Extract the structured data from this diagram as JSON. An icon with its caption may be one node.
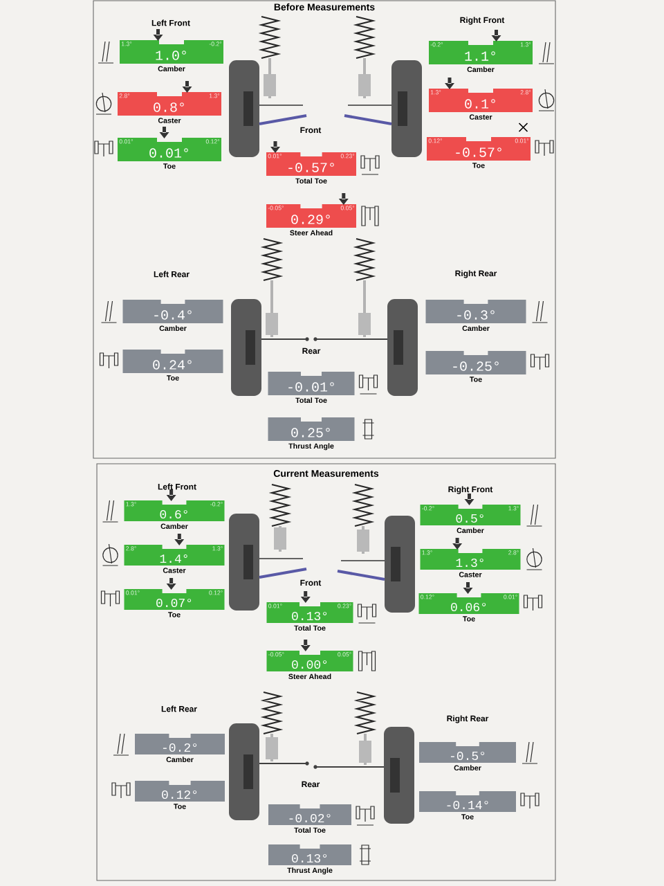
{
  "diagram": {
    "nodes": [
      {
        "text": [
          "Before Measurements"
        ]
      },
      {
        "text": [
          "1.3°",
          "1.0°",
          "-0.2°",
          "Camber"
        ],
        "in": 0
      },
      {
        "text": [
          "2.8°",
          "0.8°",
          "1.3°",
          "Caster"
        ],
        "in": 0
      },
      {
        "text": [
          "0.01°",
          "0.01°",
          "0.12°",
          "Toe"
        ],
        "in": 0
      },
      {
        "text": [
          "-0.2°",
          "1.1°",
          "1.3°",
          "Camber"
        ],
        "in": 0
      },
      {
        "text": [
          "1.3°",
          "0.1°",
          "2.8°",
          "Caster"
        ],
        "in": 0
      },
      {
        "text": [
          "0.12°",
          "-0.57°",
          "0.01°",
          "Toe"
        ],
        "in": 0
      },
      {
        "text": [
          "0.01°",
          "-0.57°",
          "0.23°",
          "Total Toe"
        ],
        "in": 0
      },
      {
        "text": [
          "-0.05°",
          "0.29°",
          "0.05°",
          "Steer Ahead"
        ],
        "in": 0
      },
      {
        "text": [
          "-0.4°",
          "Camber"
        ],
        "in": 0
      },
      {
        "text": [
          "0.24°",
          "Toe"
        ],
        "in": 0
      },
      {
        "text": [
          "-0.3°",
          "Camber"
        ],
        "in": 0
      },
      {
        "text": [
          "-0.25°",
          "Toe"
        ],
        "in": 0
      },
      {
        "text": [
          "-0.01°",
          "Total Toe"
        ],
        "in": 0
      },
      {
        "text": [
          "0.25°",
          "Thrust Angle"
        ],
        "in": 0
      },
      {
        "text": [
          "Current Measurements"
        ]
      },
      {
        "text": [
          "1.3°",
          "0.6°",
          "-0.2°",
          "Camber"
        ],
        "in": 15
      },
      {
        "text": [
          "2.8°",
          "1.4°",
          "1.3°",
          "Caster"
        ],
        "in": 15
      },
      {
        "text": [
          "0.01°",
          "0.07°",
          "0.12°",
          "Toe"
        ],
        "in": 15
      },
      {
        "text": [
          "-0.2°",
          "0.5°",
          "1.3°",
          "Camber"
        ],
        "in": 15
      },
      {
        "text": [
          "1.3°",
          "1.3°",
          "2.8°",
          "Caster"
        ],
        "in": 15
      },
      {
        "text": [
          "0.12°",
          "0.06°",
          "0.01°",
          "Toe"
        ],
        "in": 15
      },
      {
        "text": [
          "0.01°",
          "0.13°",
          "0.23°",
          "Total Toe"
        ],
        "in": 15
      },
      {
        "text": [
          "-0.05°",
          "0.00°",
          "0.05°",
          "Steer Ahead"
        ],
        "in": 15
      },
      {
        "text": [
          "-0.2°",
          "Camber"
        ],
        "in": 15
      },
      {
        "text": [
          "0.12°",
          "Toe"
        ],
        "in": 15
      },
      {
        "text": [
          "-0.5°",
          "Camber"
        ],
        "in": 15
      },
      {
        "text": [
          "-0.14°",
          "Toe"
        ],
        "in": 15
      },
      {
        "text": [
          "-0.02°",
          "Total Toe"
        ],
        "in": 15
      },
      {
        "text": [
          "0.13°",
          "Thrust Angle"
        ],
        "in": 15
      }
    ],
    "labels": [
      "Left Front",
      "Right Front",
      "Front",
      "Left Rear",
      "Right Rear",
      "Rear",
      "Left Front",
      "Right Front",
      "Front",
      "Left Rear",
      "Right Rear",
      "Rear"
    ]
  }
}
